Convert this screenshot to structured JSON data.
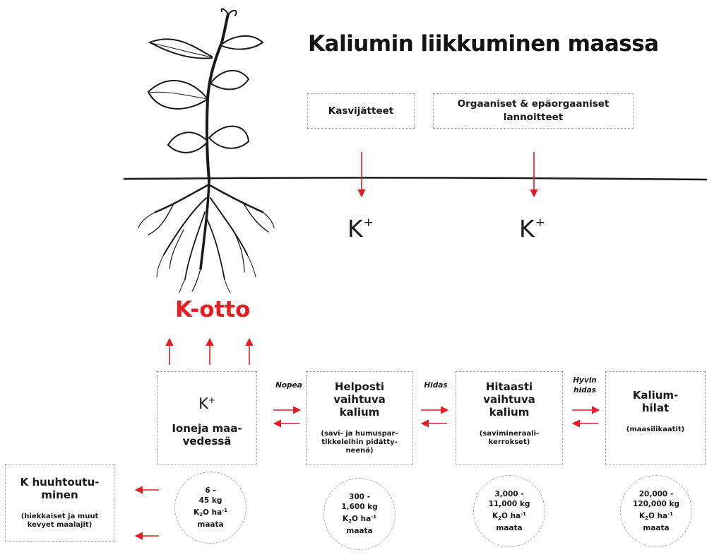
{
  "title": "Kaliumin liikkuminen maassa",
  "sources": [
    {
      "label": "Kasvijätteet"
    },
    {
      "label": "Orgaaniset & epäorgaaniset lannoitteet"
    }
  ],
  "k_ion": {
    "symbol": "K",
    "charge": "+"
  },
  "uptake_label": "K-otto",
  "pools": [
    {
      "symbol": "K",
      "charge": "+",
      "name": "Ioneja maa-vedessä",
      "note": "",
      "amount_range": "6 -",
      "amount_unit": "45 kg"
    },
    {
      "name": "Helposti vaihtuva kalium",
      "note": "(savi- ja humuspar-tikkeleihin pidätty-neenä)",
      "amount_range": "300 -",
      "amount_unit": "1,600 kg"
    },
    {
      "name": "Hitaasti vaihtuva kalium",
      "note": "(savimineraali-kerrokset)",
      "amount_range": "3,000 -",
      "amount_unit": "11,000 kg"
    },
    {
      "name": "Kalium-hilat",
      "note": "(maasilikaatit)",
      "amount_range": "20,000 -",
      "amount_unit": "120,000 kg"
    }
  ],
  "unit_line": {
    "k": "K",
    "sub": "2",
    "o": "O ha",
    "sup": "-1",
    "soil": "maata"
  },
  "rates": [
    "Nopea",
    "Hidas",
    "Hyvin hidas"
  ],
  "leaching": {
    "name": "K huuhtoutu-minen",
    "note": "(hiekkaiset ja muut kevyet maalajit)"
  },
  "colors": {
    "arrow": "#e31e24",
    "dash": "#a9a9a9",
    "text": "#1a1a1a"
  }
}
